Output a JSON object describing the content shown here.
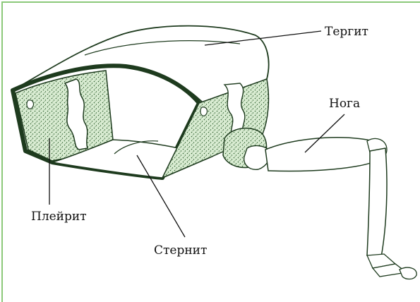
{
  "labels": {
    "tergite": "Тергит",
    "leg": "Нога",
    "pleurite": "Плейрит",
    "sternite": "Стернит"
  },
  "colors": {
    "border": "#8cc97a",
    "outline": "#1e3b1e",
    "stipple_bg": "#d9ecd2",
    "stipple_dot": "#2f5f2f",
    "label_text": "#111111"
  }
}
